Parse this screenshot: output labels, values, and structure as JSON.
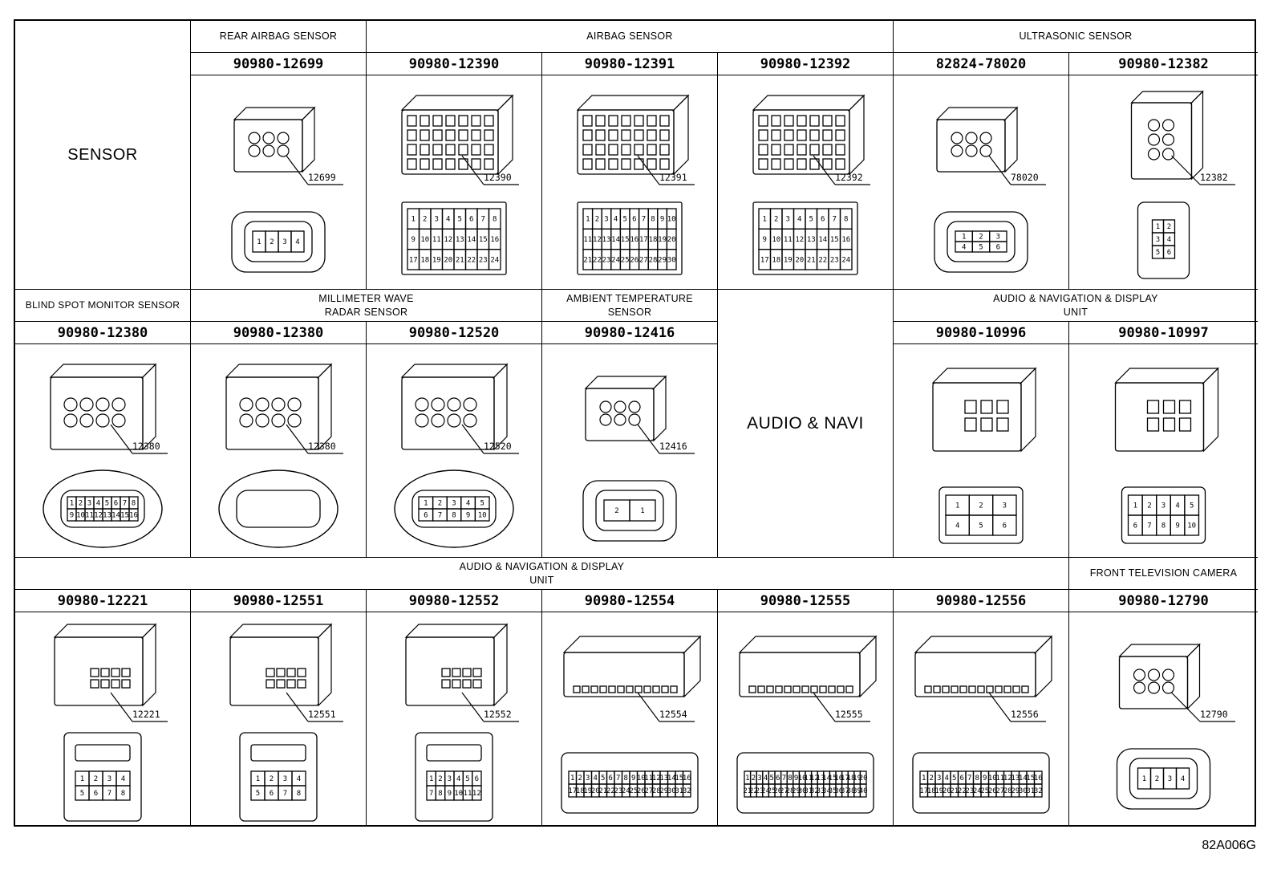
{
  "document_code": "82A006G",
  "sections": {
    "sensor_label": "SENSOR",
    "audio_navi_label": "AUDIO & NAVI"
  },
  "rows": [
    {
      "categories": [
        {
          "label": "REAR AIRBAG SENSOR"
        },
        {
          "label": "AIRBAG SENSOR"
        },
        {
          "label": "ULTRASONIC SENSOR"
        }
      ],
      "connectors": [
        {
          "part_number": "90980-12699",
          "callout": "12699",
          "pins": [
            "1",
            "2",
            "3",
            "4"
          ]
        },
        {
          "part_number": "90980-12390",
          "callout": "12390",
          "pins": [
            "1",
            "2",
            "3",
            "4",
            "5",
            "6",
            "7",
            "8",
            "9",
            "10",
            "11",
            "12",
            "13",
            "14",
            "15",
            "16",
            "17",
            "18",
            "19",
            "20",
            "21",
            "22",
            "23",
            "24"
          ]
        },
        {
          "part_number": "90980-12391",
          "callout": "12391",
          "pins": [
            "1",
            "2",
            "3",
            "4",
            "5",
            "6",
            "7",
            "8",
            "9",
            "10",
            "11",
            "12",
            "13",
            "14",
            "15",
            "16",
            "17",
            "18",
            "19",
            "20",
            "21",
            "22",
            "23",
            "24",
            "25",
            "26",
            "27",
            "28",
            "29",
            "30"
          ]
        },
        {
          "part_number": "90980-12392",
          "callout": "12392",
          "pins": [
            "1",
            "2",
            "3",
            "4",
            "5",
            "6",
            "7",
            "8",
            "9",
            "10",
            "11",
            "12",
            "13",
            "14",
            "15",
            "16",
            "17",
            "18",
            "19",
            "20",
            "21",
            "22",
            "23",
            "24"
          ]
        },
        {
          "part_number": "82824-78020",
          "callout": "78020",
          "pins": [
            "1",
            "2",
            "3",
            "4",
            "5",
            "6"
          ]
        },
        {
          "part_number": "90980-12382",
          "callout": "12382",
          "pins": [
            "1",
            "2",
            "3",
            "4",
            "5",
            "6"
          ]
        }
      ]
    },
    {
      "categories": [
        {
          "label": "BLIND SPOT MONITOR SENSOR"
        },
        {
          "label": "MILLIMETER WAVE\nRADAR SENSOR"
        },
        {
          "label": "AMBIENT TEMPERATURE\nSENSOR"
        },
        {
          "label": "AUDIO & NAVIGATION & DISPLAY\nUNIT"
        }
      ],
      "connectors": [
        {
          "part_number": "90980-12380",
          "callout": "12380",
          "pins": [
            "1",
            "2",
            "3",
            "4",
            "5",
            "6",
            "7",
            "8",
            "9",
            "10",
            "11",
            "12",
            "13",
            "14",
            "15",
            "16"
          ]
        },
        {
          "part_number": "90980-12380",
          "callout": "12380",
          "pins": []
        },
        {
          "part_number": "90980-12520",
          "callout": "12520",
          "pins": [
            "1",
            "2",
            "3",
            "4",
            "5",
            "6",
            "7",
            "8",
            "9",
            "10"
          ]
        },
        {
          "part_number": "90980-12416",
          "callout": "12416",
          "pins": [
            "2",
            "1"
          ]
        },
        {
          "part_number": "90980-10996",
          "callout": "",
          "pins": [
            "1",
            "2",
            "3",
            "4",
            "5",
            "6"
          ]
        },
        {
          "part_number": "90980-10997",
          "callout": "",
          "pins": [
            "1",
            "2",
            "3",
            "4",
            "5",
            "6",
            "7",
            "8",
            "9",
            "10"
          ]
        }
      ]
    },
    {
      "categories": [
        {
          "label": "AUDIO & NAVIGATION & DISPLAY\nUNIT"
        },
        {
          "label": "FRONT TELEVISION CAMERA"
        }
      ],
      "connectors": [
        {
          "part_number": "90980-12221",
          "callout": "12221",
          "pins": [
            "1",
            "2",
            "3",
            "4",
            "5",
            "6",
            "7",
            "8"
          ]
        },
        {
          "part_number": "90980-12551",
          "callout": "12551",
          "pins": [
            "1",
            "2",
            "3",
            "4",
            "5",
            "6",
            "7",
            "8"
          ]
        },
        {
          "part_number": "90980-12552",
          "callout": "12552",
          "pins": [
            "1",
            "2",
            "3",
            "4",
            "5",
            "6",
            "7",
            "8",
            "9",
            "10",
            "11",
            "12"
          ]
        },
        {
          "part_number": "90980-12554",
          "callout": "12554",
          "pins": [
            "1",
            "2",
            "3",
            "4",
            "5",
            "6",
            "7",
            "8",
            "9",
            "10",
            "11",
            "12",
            "13",
            "14",
            "15",
            "16",
            "17",
            "18",
            "19",
            "20",
            "21",
            "22",
            "23",
            "24",
            "25",
            "26",
            "27",
            "28",
            "29",
            "30",
            "31",
            "32"
          ]
        },
        {
          "part_number": "90980-12555",
          "callout": "12555",
          "pins": [
            "1",
            "2",
            "3",
            "4",
            "5",
            "6",
            "7",
            "8",
            "9",
            "10",
            "11",
            "12",
            "13",
            "14",
            "15",
            "16",
            "17",
            "18",
            "19",
            "20",
            "21",
            "22",
            "23",
            "24",
            "25",
            "26",
            "27",
            "28",
            "29",
            "30",
            "31",
            "32",
            "33",
            "34",
            "35",
            "36",
            "37",
            "38",
            "39",
            "40"
          ]
        },
        {
          "part_number": "90980-12556",
          "callout": "12556",
          "pins": [
            "1",
            "2",
            "3",
            "4",
            "5",
            "6",
            "7",
            "8",
            "9",
            "10",
            "11",
            "12",
            "13",
            "14",
            "15",
            "16",
            "17",
            "18",
            "19",
            "20",
            "21",
            "22",
            "23",
            "24",
            "25",
            "26",
            "27",
            "28",
            "29",
            "30",
            "31",
            "32"
          ]
        },
        {
          "part_number": "90980-12790",
          "callout": "12790",
          "pins": [
            "1",
            "2",
            "3",
            "4"
          ]
        }
      ]
    }
  ]
}
